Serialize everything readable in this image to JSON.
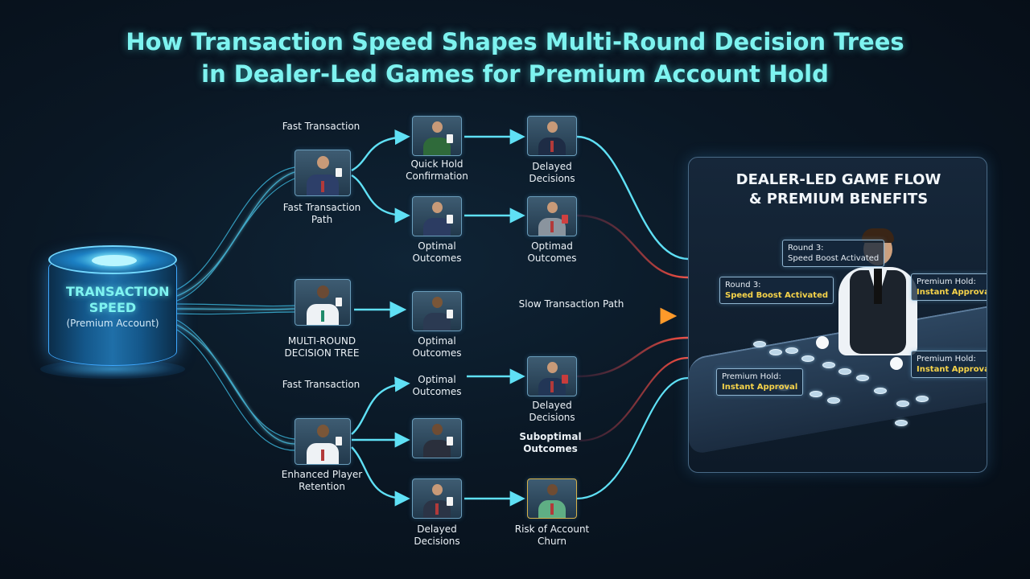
{
  "title": {
    "line1": "How Transaction Speed Shapes Multi-Round Decision Trees",
    "line2": "in Dealer-Led Games for Premium Account Hold"
  },
  "source": {
    "title": "TRANSACTION SPEED",
    "subtitle": "(Premium Account)"
  },
  "branches": {
    "upper_header": "Fast Transaction",
    "upper_path": "Fast Transaction Path",
    "quick_hold": "Quick Hold Confirmation",
    "delayed_1": "Delayed Decisions",
    "optimal_1": "Optimal Outcomes",
    "optimad": "Optimad Outcomes",
    "multi_round": "MULTI-ROUND DECISION TREE",
    "optimal_2": "Optimal Outcomes",
    "slow_path": "Slow Transaction Path",
    "lower_header": "Fast Transaction",
    "optimal_3": "Optimal Outcomes",
    "delayed_2": "Delayed Decisions",
    "suboptimal": "Suboptimal Outcomes",
    "enhanced": "Enhanced Player Retention",
    "delayed_3": "Delayed Decisions",
    "churn": "Risk of Account Churn"
  },
  "panel": {
    "title_line1": "DEALER-LED GAME FLOW",
    "title_line2": "& PREMIUM BENEFITS",
    "hud_round_a_line1": "Round 3:",
    "hud_round_a_line2": "Speed Boost Activated",
    "hud_round_b_line1": "Round 3:",
    "hud_round_b_line2": "Speed Boost Activated",
    "hud_hold_a_line1": "Premium Hold:",
    "hud_hold_a_line2": "Instant Approval",
    "hud_hold_b_line1": "Premium Hold:",
    "hud_hold_b_line2": "Instant Approval",
    "hud_hold_c_line1": "Premium Hold:",
    "hud_hold_c_line2": "Instant Approval"
  },
  "colors": {
    "accent_cyan": "#4fd8f0",
    "accent_red": "#e04848",
    "accent_orange": "#f29a2e",
    "title_cyan": "#7ef3f0",
    "hud_yellow": "#f6d34a"
  }
}
